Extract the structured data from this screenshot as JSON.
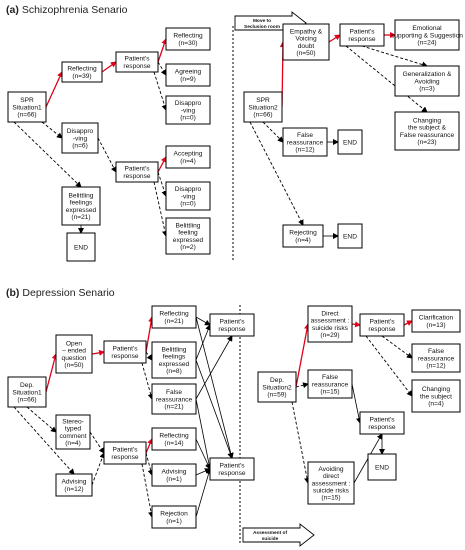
{
  "sections": [
    {
      "label": "(a)",
      "title": "Schizophrenia Senario"
    },
    {
      "label": "(b)",
      "title": "Depression Senario"
    }
  ],
  "transitions": [
    {
      "lines": [
        "Move to",
        "Seclusion room"
      ]
    },
    {
      "lines": [
        "Assessment  of",
        "suicide"
      ]
    }
  ],
  "nodes": {
    "a_spr1": [
      "SPR",
      "Situation1",
      "(n=66)"
    ],
    "a_reflect": [
      "Reflecting",
      "(n=39)"
    ],
    "a_disapprove": [
      "Disappro",
      "-ving",
      "(n=6)"
    ],
    "a_belittle": [
      "Belittling",
      "feelings",
      "expressed",
      "(n=21)"
    ],
    "a_end1": [
      "END"
    ],
    "a_pr1": [
      "Patient's",
      "response"
    ],
    "a_pr2": [
      "Patient's",
      "response"
    ],
    "a_r_reflect": [
      "Reflecting",
      "(n=30)"
    ],
    "a_r_agree": [
      "Agreeing",
      "(n=9)"
    ],
    "a_r_disapprove1": [
      "Disappro",
      "-ving",
      "(n=0)"
    ],
    "a_r_accept": [
      "Accepting",
      "(n=4)"
    ],
    "a_r_disapprove2": [
      "Disappro",
      "-ving",
      "(n=0)"
    ],
    "a_r_belittle": [
      "Belittling",
      "feeling",
      "expressed",
      "(n=2)"
    ],
    "a_spr2": [
      "SPR",
      "Situation2",
      "(n=66)"
    ],
    "a_empathy": [
      "Empathy &",
      "Voicing",
      "doubt",
      "(n=50)"
    ],
    "a_false": [
      "False",
      "reassurance",
      "(n=12)"
    ],
    "a_reject": [
      "Rejecting",
      "(n=4)"
    ],
    "a_end2": [
      "END"
    ],
    "a_end3": [
      "END"
    ],
    "a_pr3": [
      "Patient's",
      "response"
    ],
    "a_emo": [
      "Emotional",
      "supporting & Suggestion",
      "(n=24)"
    ],
    "a_gen": [
      "Generalization &",
      "Avoiding",
      "(n=3)"
    ],
    "a_change": [
      "Changing",
      "the subject &",
      "False reassurance",
      "(n=23)"
    ],
    "b_dep1": [
      "Dep.",
      "Situation1",
      "(n=66)"
    ],
    "b_open": [
      "Open",
      "– ended",
      "question",
      "(n=50)"
    ],
    "b_stereo": [
      "Stereo-",
      "typed",
      "comment",
      "(n=4)"
    ],
    "b_advising": [
      "Advising",
      "(n=12)"
    ],
    "b_pr1": [
      "Patient's",
      "response"
    ],
    "b_pr2": [
      "Patient's",
      "response"
    ],
    "b_r_reflect1": [
      "Reflecting",
      "(n=21)"
    ],
    "b_r_belittle": [
      "Belittling",
      "feelings",
      "expressed",
      "(n=8)"
    ],
    "b_r_false": [
      "False",
      "reassurance",
      "(n=21)"
    ],
    "b_r_reflect2": [
      "Reflecting",
      "(n=14)"
    ],
    "b_r_advising": [
      "Advising",
      "(n=1)"
    ],
    "b_r_reject": [
      "Rejection",
      "(n=1)"
    ],
    "b_pr3": [
      "Patient's",
      "response"
    ],
    "b_pr4": [
      "Patient's",
      "response"
    ],
    "b_dep2": [
      "Dep.",
      "Situation2",
      "(n=59)"
    ],
    "b_direct": [
      "Direct",
      "assessment :",
      "suicide risks",
      "(n=29)"
    ],
    "b_false2": [
      "False",
      "reassurance",
      "(n=15)"
    ],
    "b_avoid": [
      "Avoiding",
      "direct",
      "assessment :",
      "suicide risks",
      "(n=15)"
    ],
    "b_pr5": [
      "Patient's",
      "response"
    ],
    "b_pr6": [
      "Patient's",
      "response"
    ],
    "b_end": [
      "END"
    ],
    "b_clar": [
      "Clarification",
      "(n=13)"
    ],
    "b_false3": [
      "False",
      "reassurance",
      "(n=12)"
    ],
    "b_change": [
      "Changing",
      "the subject",
      "(n=4)"
    ]
  }
}
